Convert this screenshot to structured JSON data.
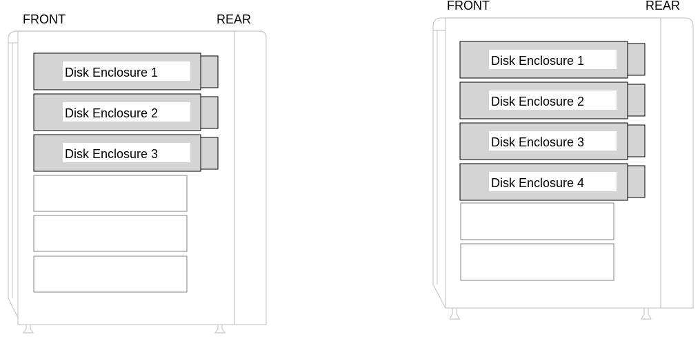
{
  "rack_left": {
    "front_label": "FRONT",
    "rear_label": "REAR",
    "enclosures": [
      "Disk Enclosure 1",
      "Disk Enclosure 2",
      "Disk Enclosure 3"
    ],
    "empty_slots": 3
  },
  "rack_right": {
    "front_label": "FRONT",
    "rear_label": "REAR",
    "enclosures": [
      "Disk Enclosure 1",
      "Disk Enclosure 2",
      "Disk Enclosure 3",
      "Disk Enclosure 4"
    ],
    "empty_slots": 2
  },
  "colors": {
    "enclosure_fill": "#d4d4d4",
    "rack_outline": "#c8c8c8",
    "label_bg": "#ffffff"
  }
}
